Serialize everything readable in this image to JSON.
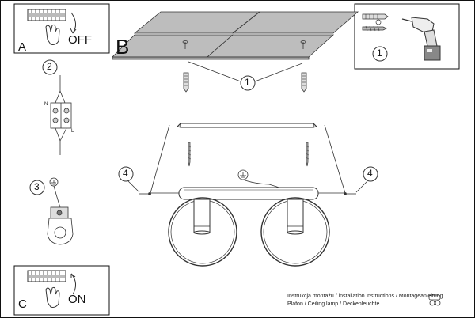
{
  "panels": {
    "a": {
      "letter": "A",
      "action": "OFF"
    },
    "b": {
      "letter": "B"
    },
    "c": {
      "letter": "C",
      "action": "ON"
    }
  },
  "steps": {
    "one": "1",
    "two": "2",
    "three": "3",
    "four": "4"
  },
  "wire_labels": {
    "n": "N",
    "l": "L"
  },
  "footer": {
    "line1": "Instrukcja montażu / installation instructions / Montageanleitung",
    "line2": "Plafon / Ceiling lamp / Deckenleuchte"
  },
  "icons": [
    "wall-plug-icon",
    "screw-icon",
    "drill-icon",
    "switch-off-icon",
    "switch-on-icon",
    "terminal-block-icon",
    "ground-icon",
    "lamp-icon"
  ]
}
